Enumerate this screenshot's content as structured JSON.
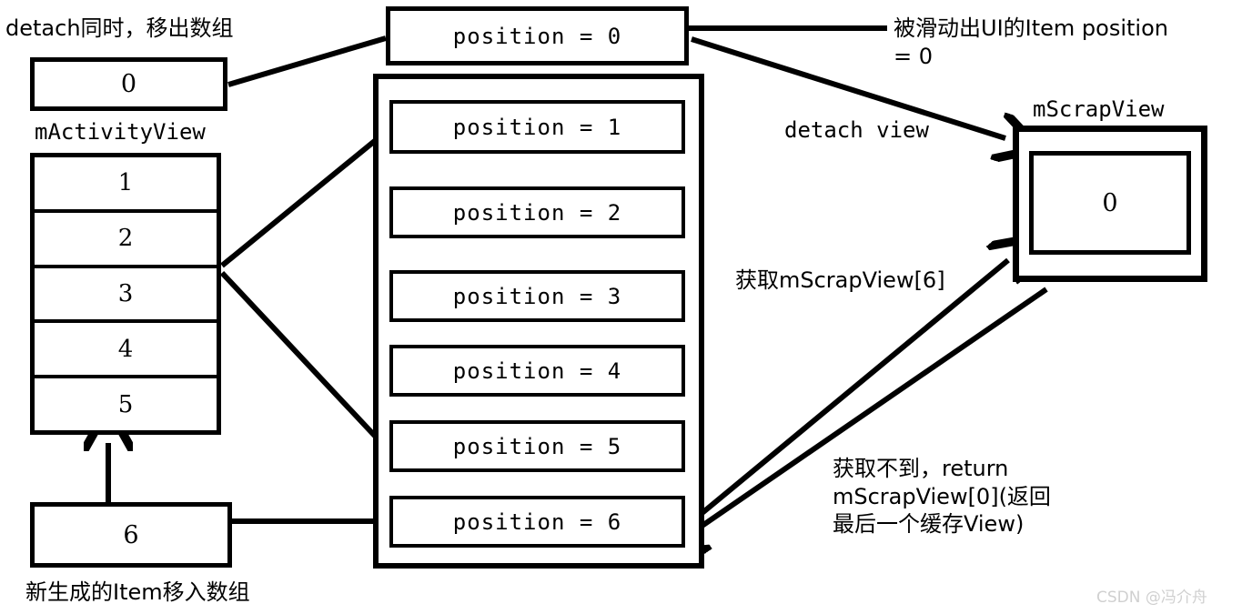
{
  "diagram": {
    "title": "RecyclerView / ListView scrap view recycling diagram",
    "stroke_color": "#000000",
    "background_color": "#ffffff",
    "watermark": "CSDN @冯介舟"
  },
  "left": {
    "annotation_top": "detach同时，移出数组",
    "detached_box": {
      "value": "0"
    },
    "array_label": "mActivityView",
    "array_cells": [
      {
        "value": "1"
      },
      {
        "value": "2"
      },
      {
        "value": "3"
      },
      {
        "value": "4"
      },
      {
        "value": "5"
      }
    ],
    "new_item_box": {
      "value": "6"
    },
    "annotation_bottom": "新生成的Item移入数组"
  },
  "middle": {
    "detached_position": {
      "label": "position = 0"
    },
    "visible_positions": [
      {
        "label": "position = 1"
      },
      {
        "label": "position = 2"
      },
      {
        "label": "position = 3"
      },
      {
        "label": "position = 4"
      },
      {
        "label": "position = 5"
      },
      {
        "label": "position = 6"
      }
    ]
  },
  "right": {
    "annotation_swiped_out": "被滑动出UI的Item position\n= 0",
    "scrap_label": "mScrapView",
    "scrap_item": {
      "value": "0"
    },
    "annotation_detach_view": "detach view",
    "annotation_get_scrap6": "获取mScrapView[6]",
    "annotation_fallback": "获取不到，return\nmScrapView[0](返回\n最后一个缓存View)"
  }
}
